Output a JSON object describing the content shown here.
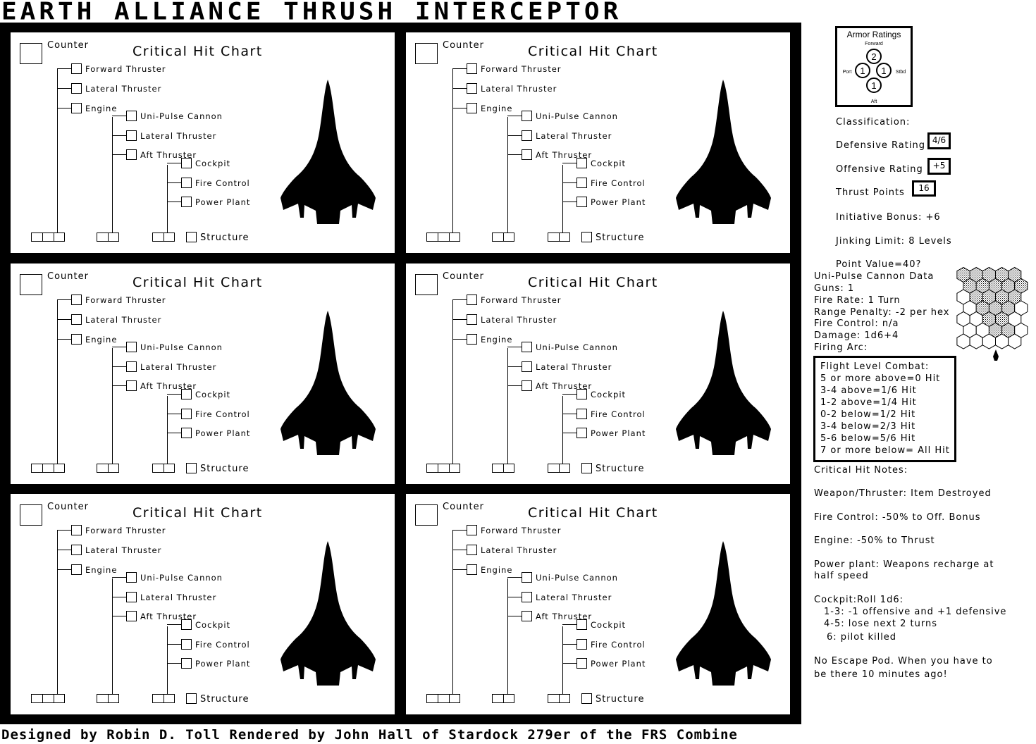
{
  "title": "EARTH ALLIANCE THRUSH INTERCEPTOR",
  "card": {
    "counter": "Counter",
    "chart_title": "Critical Hit Chart",
    "tier1": [
      "Forward Thruster",
      "Lateral Thruster",
      "Engine"
    ],
    "tier2": [
      "Uni-Pulse Cannon",
      "Lateral Thruster",
      "Aft Thruster"
    ],
    "tier3": [
      "Cockpit",
      "Fire Control",
      "Power Plant"
    ],
    "structure": "Structure"
  },
  "armor": {
    "title": "Armor Ratings",
    "forward_label": "Forward",
    "port_label": "Port",
    "stbd_label": "Stbd",
    "aft_label": "Aft",
    "forward": "2",
    "port": "1",
    "stbd": "1",
    "aft": "1"
  },
  "stats": {
    "classification": "Classification:",
    "defensive_label": "Defensive Rating",
    "defensive_value": "4/6",
    "offensive_label": "Offensive Rating",
    "offensive_value": "+5",
    "thrust_label": "Thrust Points",
    "thrust_value": "16",
    "initiative": "Initiative Bonus: +6",
    "jinking": "Jinking Limit: 8 Levels",
    "point_value": "Point Value=40?"
  },
  "weapon": {
    "title": "Uni-Pulse Cannon Data",
    "guns": "Guns: 1",
    "fire_rate": "Fire Rate: 1 Turn",
    "range": "Range Penalty: -2 per hex",
    "fire_control": "Fire Control: n/a",
    "damage": "Damage: 1d6+4",
    "arc": "Firing Arc:"
  },
  "flight_combat": [
    "Flight Level Combat:",
    "5 or more above=0 Hit",
    "3-4 above=1/6 Hit",
    "1-2 above=1/4 Hit",
    "0-2 below=1/2 Hit",
    "3-4 below=2/3 Hit",
    "5-6 below=5/6 Hit",
    "7 or more below= All Hit"
  ],
  "notes": {
    "title": "Critical Hit Notes:",
    "weapon": "Weapon/Thruster: Item Destroyed",
    "fire_control": "Fire Control: -50% to Off. Bonus",
    "engine": "Engine: -50% to Thrust",
    "power1": "Power plant: Weapons recharge at",
    "power2": "half speed",
    "cockpit": "Cockpit:Roll 1d6:",
    "c1": "1-3: -1 offensive and +1 defensive",
    "c2": "4-5: lose next 2 turns",
    "c3": "6: pilot killed",
    "escape1": "No Escape Pod. When you have to",
    "escape2": "be there 10 minutes ago!"
  },
  "footer": "Designed by Robin D. Toll  Rendered by John Hall of Stardock 279er of the FRS Combine"
}
